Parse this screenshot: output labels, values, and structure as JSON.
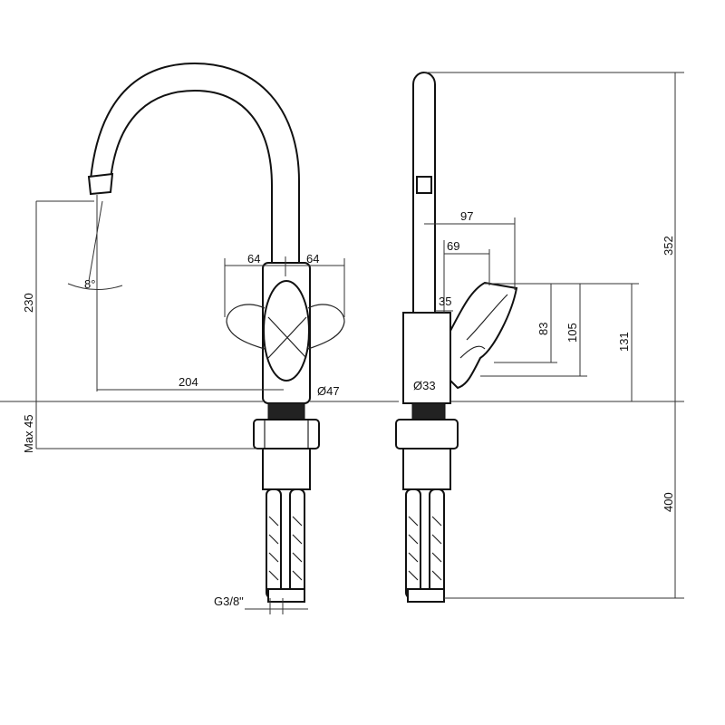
{
  "title": "Kitchen faucet technical drawing",
  "front_view": {
    "spout_angle": "8°",
    "handle_left_width": "64",
    "handle_right_width": "64",
    "spout_reach": "204",
    "base_diameter": "Ø47",
    "spout_height": "230",
    "max_deck_thickness": "Max 45",
    "hose_thread": "G3/8\""
  },
  "side_view": {
    "handle_depth_97": "97",
    "handle_depth_69": "69",
    "handle_offset": "35",
    "handle_height_83": "83",
    "handle_height_105": "105",
    "handle_height_131": "131",
    "body_diameter": "Ø33",
    "total_height": "352",
    "hose_length": "400"
  }
}
